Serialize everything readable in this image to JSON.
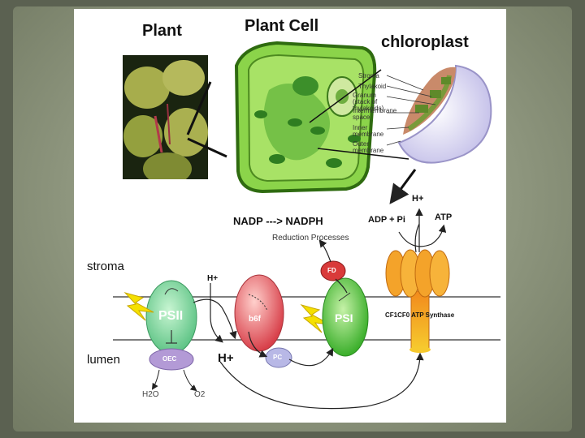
{
  "titles": {
    "plant": "Plant",
    "plant_cell": "Plant Cell",
    "chloroplast": "chloroplast"
  },
  "chloroplast_labels": [
    "Stroma",
    "Thylakoid",
    "Granum (stack of thylakoids)",
    "Intermembrane space",
    "Inner membrane",
    "Outer membrane"
  ],
  "reactions": {
    "nadp": "NADP ---> NADPH",
    "reduction": "Reduction Processes",
    "adp": "ADP + Pi",
    "atp": "ATP",
    "h_plus_top": "H+"
  },
  "regions": {
    "stroma": "stroma",
    "lumen": "lumen"
  },
  "complexes": {
    "psii": "PSII",
    "b6f": "b6f",
    "psi": "PSI",
    "oec": "OEC",
    "pc": "PC",
    "fd": "FD",
    "atp_synthase": "CF1CF0 ATP Synthase"
  },
  "molecules": {
    "h_plus_stroma": "H+",
    "h_plus_lumen": "H+",
    "water": "H2O",
    "oxygen": "O2"
  },
  "colors": {
    "psii": "#7fd39a",
    "b6f": "#e8585a",
    "psi": "#55c53a",
    "oec": "#b39ad6",
    "pc": "#b8b8e6",
    "fd": "#d93a3a",
    "atp_synthase": "#f0a020",
    "cell_green": "#8bd44a",
    "lightning": "#f5e000"
  }
}
